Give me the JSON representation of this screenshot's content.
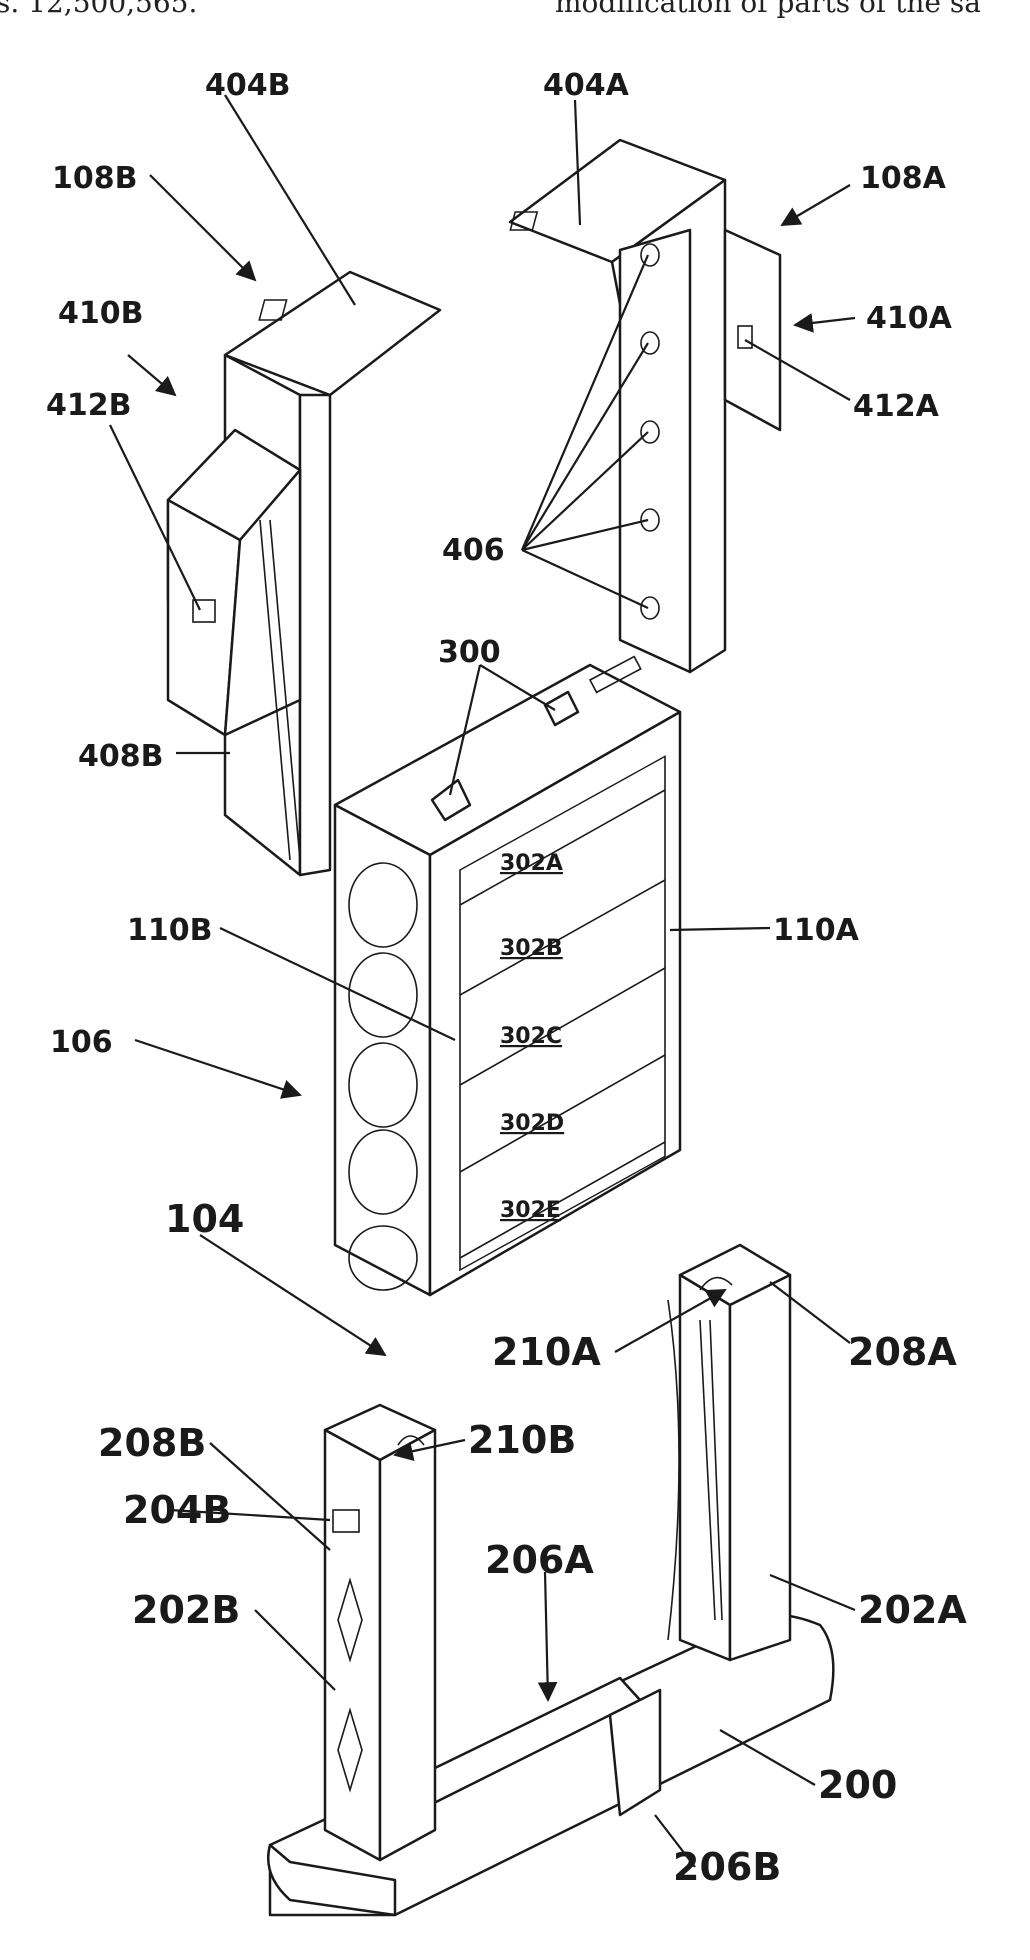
{
  "header": {
    "left_fragment": "s. 12,500,565.",
    "right_fragment": "modification of parts of the sa"
  },
  "labels": {
    "l404B": "404B",
    "l404A": "404A",
    "l108B": "108B",
    "l108A": "108A",
    "l410B": "410B",
    "l410A": "410A",
    "l412B": "412B",
    "l412A": "412A",
    "l406": "406",
    "l300": "300",
    "l408B": "408B",
    "l302A": "302A",
    "l302B": "302B",
    "l302C": "302C",
    "l302D": "302D",
    "l302E": "302E",
    "l110B": "110B",
    "l110A": "110A",
    "l106": "106",
    "l104": "104",
    "l210A": "210A",
    "l208A": "208A",
    "l208B": "208B",
    "l210B": "210B",
    "l204B": "204B",
    "l206A": "206A",
    "l202B": "202B",
    "l202A": "202A",
    "l200": "200",
    "l206B": "206B"
  }
}
